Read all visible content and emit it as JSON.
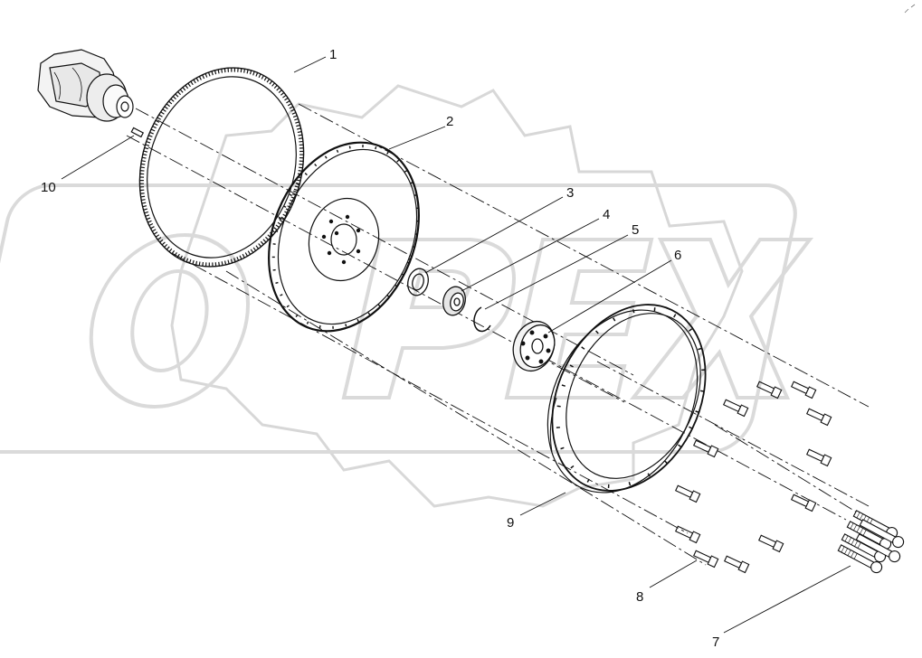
{
  "diagram": {
    "type": "exploded-parts-view",
    "watermark": "OPEX",
    "callouts": [
      {
        "id": "1",
        "label": "1"
      },
      {
        "id": "2",
        "label": "2"
      },
      {
        "id": "3",
        "label": "3"
      },
      {
        "id": "4",
        "label": "4"
      },
      {
        "id": "5",
        "label": "5"
      },
      {
        "id": "6",
        "label": "6"
      },
      {
        "id": "7",
        "label": "7"
      },
      {
        "id": "8",
        "label": "8"
      },
      {
        "id": "9",
        "label": "9"
      },
      {
        "id": "10",
        "label": "10"
      }
    ],
    "colors": {
      "line": "#111111",
      "watermark_outline": "#b8b8b8",
      "watermark_fill": "#d4d4d4",
      "background": "#ffffff"
    }
  }
}
